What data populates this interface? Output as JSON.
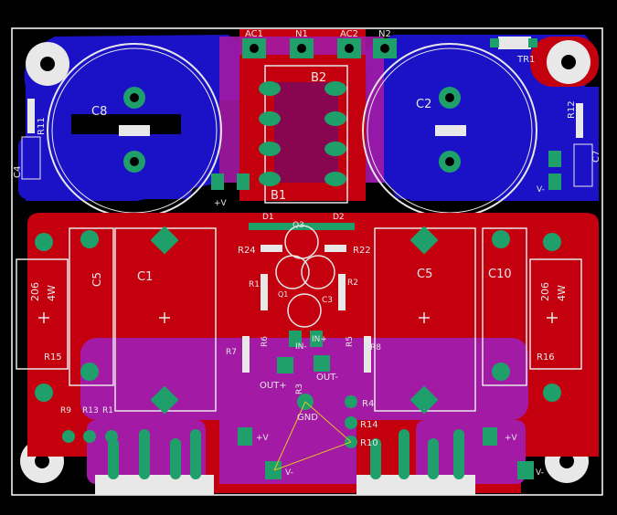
{
  "board": {
    "colors": {
      "background": "#000000",
      "top_copper": "#c4000f",
      "bottom_copper": "#1b12c8",
      "overlap": "#a31aa5",
      "pad": "#1fa06a",
      "pad_ring": "#ffffff",
      "silkscreen": "#e8e8e8",
      "mounting_hole": "#ffffff",
      "outline": "#ffffff"
    },
    "connectors_top": [
      {
        "label": "AC1"
      },
      {
        "label": "N1"
      },
      {
        "label": "AC2"
      },
      {
        "label": "N2"
      }
    ],
    "bridges": {
      "b2": "B2",
      "b1": "B1"
    },
    "big_caps": {
      "left": "C8",
      "right": "C2"
    },
    "top_parts": {
      "led": "TR1",
      "r12": "R12",
      "r11": "R11",
      "c4": "C4",
      "c7": "C7",
      "v_plus_top": "+V",
      "v_minus_top": "V-"
    },
    "diodes": {
      "d1": "D1",
      "d2": "D2",
      "q3": "Q3"
    },
    "small_resistors": [
      {
        "label": "R24"
      },
      {
        "label": "R22"
      },
      {
        "label": "R1"
      },
      {
        "label": "R2"
      },
      {
        "label": "Q1"
      },
      {
        "label": "C3"
      },
      {
        "label": "R7"
      },
      {
        "label": "R6"
      },
      {
        "label": "R5"
      },
      {
        "label": "R8"
      },
      {
        "label": "R4"
      },
      {
        "label": "R3"
      }
    ],
    "inputs": {
      "in_minus": "IN-",
      "in_plus": "IN+"
    },
    "outputs": {
      "out_plus": "OUT+",
      "out_minus": "OUT-",
      "gnd": "GND"
    },
    "bottom_labels": {
      "r14": "R14",
      "r10": "R10",
      "r9": "R9",
      "r13": "R13",
      "rb": "R1",
      "vplus_l": "+V",
      "vplus_r": "+V",
      "vminus_l": "V-",
      "vminus_r": "V-"
    },
    "power_resistors": [
      {
        "label": "206",
        "rating": "4W",
        "ref": "R15"
      },
      {
        "label": "206",
        "rating": "4W",
        "ref": "R16"
      }
    ],
    "film_caps": {
      "c5_left": "C5",
      "c1": "C1",
      "c5_right": "C5",
      "c10": "C10"
    }
  }
}
